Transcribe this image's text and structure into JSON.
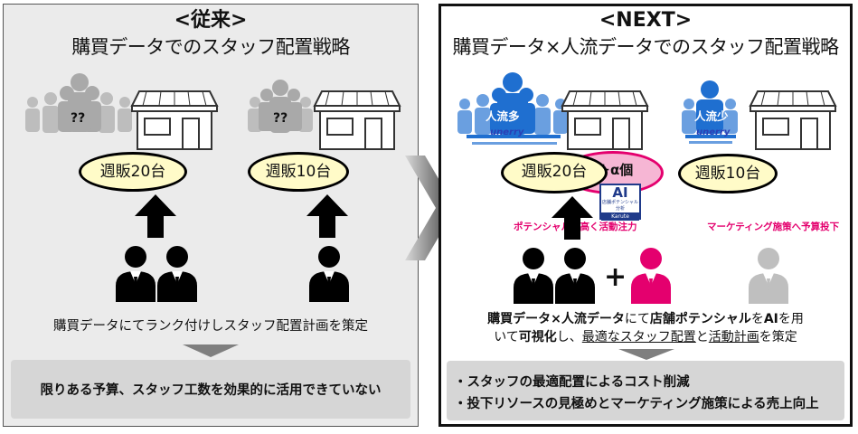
{
  "left": {
    "header": "<従来>",
    "subtitle": "購買データでのスタッフ配置戦略",
    "crowd_mark_1": "??",
    "crowd_mark_2": "??",
    "store_1_sales": "週販20台",
    "store_2_sales": "週販10台",
    "description": "購買データにてランク付けしスタッフ配置計画を策定",
    "result": "限りある予算、スタッフ工数を効果的に活用できていない"
  },
  "right": {
    "header": "<NEXT>",
    "subtitle": "購買データ×人流データでのスタッフ配置戦略",
    "crowd_label_1": "人流多",
    "crowd_label_2": "人流少",
    "brand": "unerry",
    "store_1_sales": "週販20台",
    "plus_alpha": "＋α個",
    "ai_title": "AI",
    "ai_sub": "店舗ポテンシャル分析",
    "ai_product": "Karute",
    "store_2_sales": "週販10台",
    "label_1": "ポテンシャルが高く活動注力",
    "label_2": "マーケティング施策へ予算投下",
    "plus": "+",
    "description_line1_part1": "購買データ×人流データ",
    "description_line1_part2": "にて",
    "description_line1_part3": "店舗ポテンシャル",
    "description_line1_part4": "を",
    "description_line1_part5": "AI",
    "description_line1_part6": "を用",
    "description_line2_part1": "いて",
    "description_line2_part2": "可視化",
    "description_line2_part3": "し、",
    "description_line2_part4": "最適なスタッフ配置",
    "description_line2_part5": "と",
    "description_line2_part6": "活動計画",
    "description_line2_part7": "を策定",
    "result_1": "・スタッフの最適配置によるコスト削減",
    "result_2": "・投下リソースの見極めとマーケティング施策による売上向上"
  },
  "colors": {
    "accent_pink": "#e4006e",
    "crowd_blue": "#1f6fd0",
    "ellipse_fill": "#fffbc8",
    "bubble_pink": "#f6b6d4"
  }
}
